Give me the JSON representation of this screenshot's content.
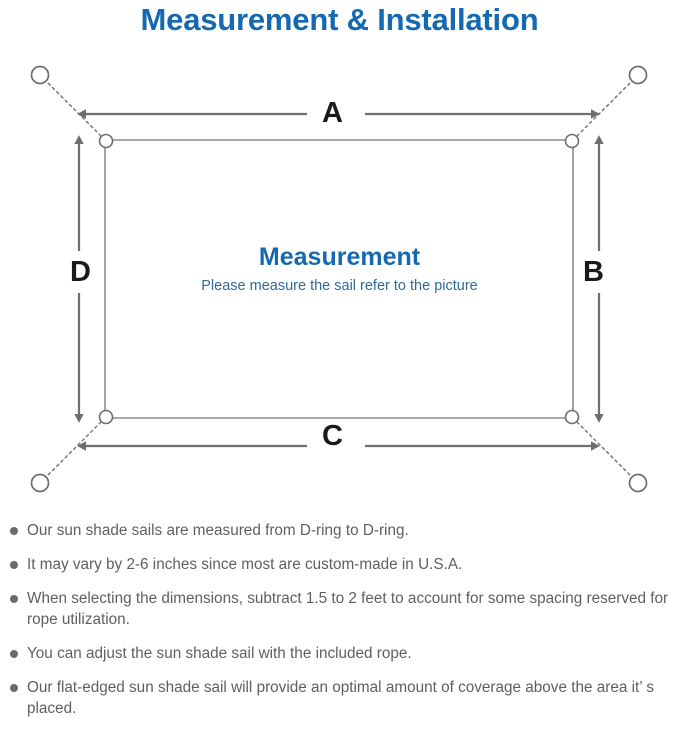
{
  "page": {
    "title": "Measurement & Installation",
    "title_color": "#1569b0",
    "background": "#ffffff"
  },
  "diagram": {
    "name": "sun-shade-sail-measurement-diagram",
    "center": {
      "heading": "Measurement",
      "subheading": "Please measure the sail refer to the picture",
      "heading_color": "#1569b0",
      "subheading_color": "#2f6b9a"
    },
    "dimension_labels": [
      {
        "id": "A",
        "label": "A",
        "position": "top",
        "orientation": "horizontal"
      },
      {
        "id": "B",
        "label": "B",
        "position": "right",
        "orientation": "vertical"
      },
      {
        "id": "C",
        "label": "C",
        "position": "bottom",
        "orientation": "horizontal"
      },
      {
        "id": "D",
        "label": "D",
        "position": "left",
        "orientation": "vertical"
      }
    ],
    "corners": [
      {
        "id": "top-left",
        "d_ring": true,
        "anchor_ring": true,
        "rope": "dotted"
      },
      {
        "id": "top-right",
        "d_ring": true,
        "anchor_ring": true,
        "rope": "dotted"
      },
      {
        "id": "bottom-left",
        "d_ring": true,
        "anchor_ring": true,
        "rope": "dotted"
      },
      {
        "id": "bottom-right",
        "d_ring": true,
        "anchor_ring": true,
        "rope": "dotted"
      }
    ],
    "sail": {
      "shape": "rectangle",
      "outline_color": "#8b8b8b",
      "fill": "#ffffff"
    },
    "arrow_color": "#6e6e6e",
    "rope_color": "#7a7a7a"
  },
  "notes": {
    "bullet_color": "#6b6b6b",
    "text_color": "#5f5f5f",
    "items": [
      "Our sun shade sails are measured from D-ring to D-ring.",
      "It may vary by 2-6 inches since most are custom-made in U.S.A.",
      "When selecting the dimensions, subtract 1.5 to 2 feet to account for some spacing reserved for rope utilization.",
      "You can adjust the sun shade sail with the included rope.",
      "Our flat-edged sun shade sail will provide an optimal amount of coverage above the area it’ s placed."
    ]
  }
}
